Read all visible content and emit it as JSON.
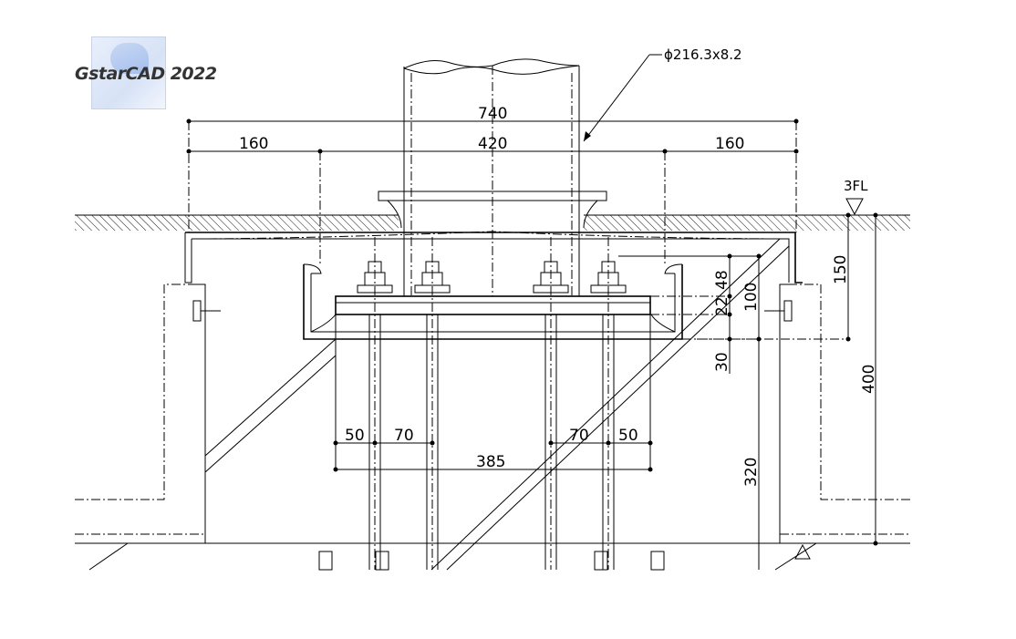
{
  "app": {
    "title": "GstarCAD 2022"
  },
  "drawing": {
    "pipe_callout": "ϕ216.3x8.2",
    "floor_label": "3FL",
    "dims": {
      "overall_width": "740",
      "left_offset": "160",
      "center_width": "420",
      "right_offset": "160",
      "height_150": "150",
      "height_400": "400",
      "dim_48": "48",
      "dim_22": "22",
      "dim_100": "100",
      "dim_30": "30",
      "dim_320": "320",
      "bolt_50_left": "50",
      "bolt_70_left": "70",
      "bolt_70_right": "70",
      "bolt_50_right": "50",
      "base_385": "385"
    }
  }
}
